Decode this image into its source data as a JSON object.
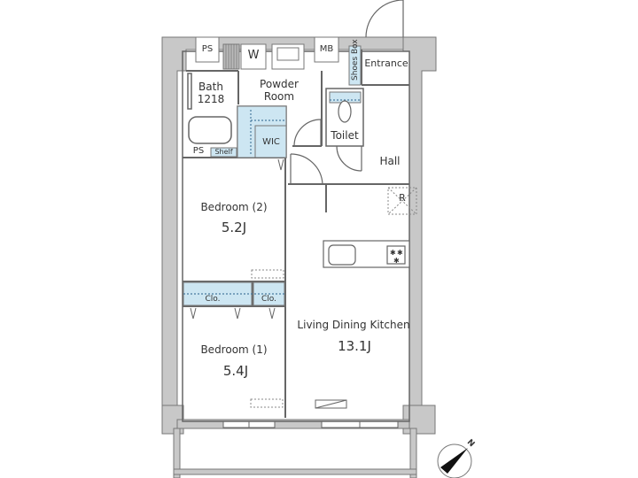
{
  "floor_plan": {
    "rooms": {
      "ps_top": "PS",
      "washer": "W",
      "mb": "MB",
      "shoes_box": "Shoes Box",
      "entrance": "Entrance",
      "bath_title": "Bath",
      "bath_size": "1218",
      "powder_room_1": "Powder",
      "powder_room_2": "Room",
      "wic": "WIC",
      "ps_bottom": "PS",
      "shelf": "Shelf",
      "toilet": "Toilet",
      "hall": "Hall",
      "refrigerator": "R",
      "bedroom2_name": "Bedroom (2)",
      "bedroom2_size": "5.2J",
      "closet_a": "Clo.",
      "closet_b": "Clo.",
      "bedroom1_name": "Bedroom (1)",
      "bedroom1_size": "5.4J",
      "ldk_name": "Living Dining Kitchen",
      "ldk_size": "13.1J"
    },
    "compass": {
      "label": "N"
    },
    "colors": {
      "wall": "#c8c8c8",
      "wall_stroke": "#777777",
      "storage_fill": "#cde6f2",
      "line": "#555555"
    }
  }
}
